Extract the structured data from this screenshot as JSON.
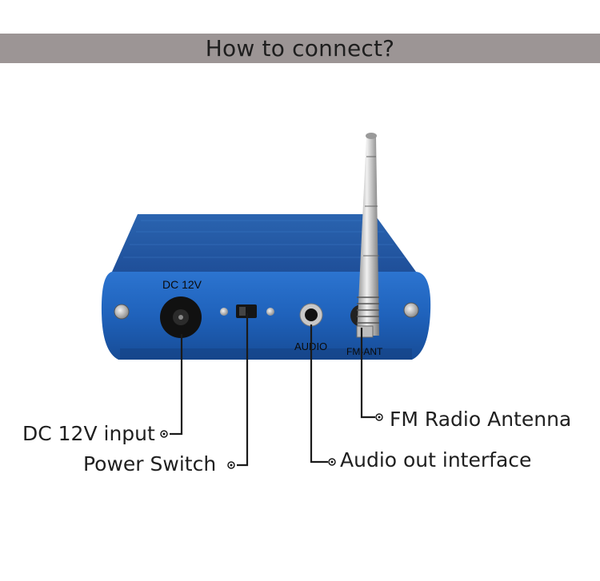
{
  "header": {
    "title": "How to connect?"
  },
  "device": {
    "panel_labels": {
      "dc": "DC 12V",
      "audio": "AUDIO",
      "fm": "FM-ANT"
    },
    "body_color": "#1d5fb4"
  },
  "callouts": {
    "dc_input": "DC 12V input",
    "power_switch": "Power Switch",
    "audio_out": "Audio out interface",
    "fm_antenna": "FM Radio Antenna"
  }
}
